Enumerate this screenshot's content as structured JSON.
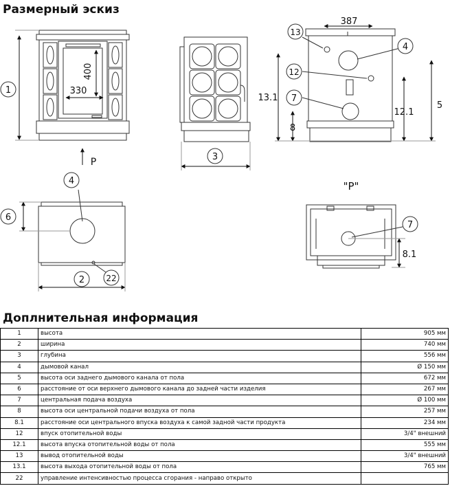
{
  "title": "Размерный эскиз",
  "section_title": "Доплнительная информация",
  "sketch": {
    "front_dims": {
      "height_callout": "1",
      "inner_w": "330",
      "inner_h": "400"
    },
    "front_marker": "P",
    "side_callout": "3",
    "back_callouts": {
      "c13": "13",
      "c4": "4",
      "c12": "12",
      "c131": "13.1",
      "c7": "7",
      "c121": "12.1",
      "c5": "5",
      "c8": "8",
      "dim387": "387"
    },
    "top_callouts": {
      "c6": "6",
      "c4": "4",
      "c2": "2",
      "c22": "22"
    },
    "view_p_label": "\"P\"",
    "view_p_callouts": {
      "c7": "7",
      "c81": "8.1"
    }
  },
  "rows": [
    {
      "num": "1",
      "desc": "высота",
      "value": "905 мм"
    },
    {
      "num": "2",
      "desc": "ширина",
      "value": "740 мм"
    },
    {
      "num": "3",
      "desc": "глубина",
      "value": "556 мм"
    },
    {
      "num": "4",
      "desc": "дымовой канал",
      "value": "Ø 150 мм"
    },
    {
      "num": "5",
      "desc": "высота оси заднего дымового канала от пола",
      "value": "672 мм"
    },
    {
      "num": "6",
      "desc": "расстояние от оси верхнего дымового канала до задней части изделия",
      "value": "267 мм"
    },
    {
      "num": "7",
      "desc": "центральная подача воздуха",
      "value": "Ø 100 мм"
    },
    {
      "num": "8",
      "desc": "высота оси центральной подачи воздуха от пола",
      "value": "257 мм"
    },
    {
      "num": "8.1",
      "desc": "расстояние оси центрального впуска воздуха к самой задной части продукта",
      "value": "234 мм"
    },
    {
      "num": "12",
      "desc": "впуск отопительной воды",
      "value": "3/4\" внешний"
    },
    {
      "num": "12.1",
      "desc": "высота впуска отопительной воды от пола",
      "value": "555 мм"
    },
    {
      "num": "13",
      "desc": "вывод отопительной воды",
      "value": "3/4\" внешний"
    },
    {
      "num": "13.1",
      "desc": "высота выхода отопительной воды от пола",
      "value": "765 мм"
    },
    {
      "num": "22",
      "desc": "управление интенсивностью процесса сгорания - направо открыто",
      "value": ""
    }
  ]
}
